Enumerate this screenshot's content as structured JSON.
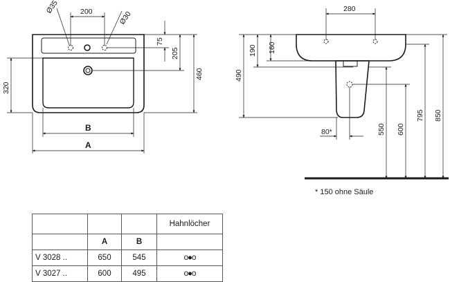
{
  "front": {
    "dim_hole_left": "Ø35",
    "dim_hole_spacing": "200",
    "dim_hole_right": "Ø30",
    "dim_75": "75",
    "dim_205": "205",
    "dim_460": "460",
    "dim_320": "320",
    "label_b": "B",
    "label_a": "A"
  },
  "side": {
    "dim_280": "280",
    "dim_190": "190",
    "dim_160": "160",
    "dim_490": "490",
    "dim_80": "80*",
    "dim_550": "550",
    "dim_600": "600",
    "dim_795": "795",
    "dim_850": "850"
  },
  "note": "* 150 ohne Säule",
  "table": {
    "header_holes": "Hahnlöcher",
    "col_a": "A",
    "col_b": "B",
    "rows": [
      {
        "model": "V 3028 ..",
        "a": "650",
        "b": "545",
        "holes": "o●o"
      },
      {
        "model": "V 3027 ..",
        "a": "600",
        "b": "495",
        "holes": "o●o"
      }
    ]
  }
}
